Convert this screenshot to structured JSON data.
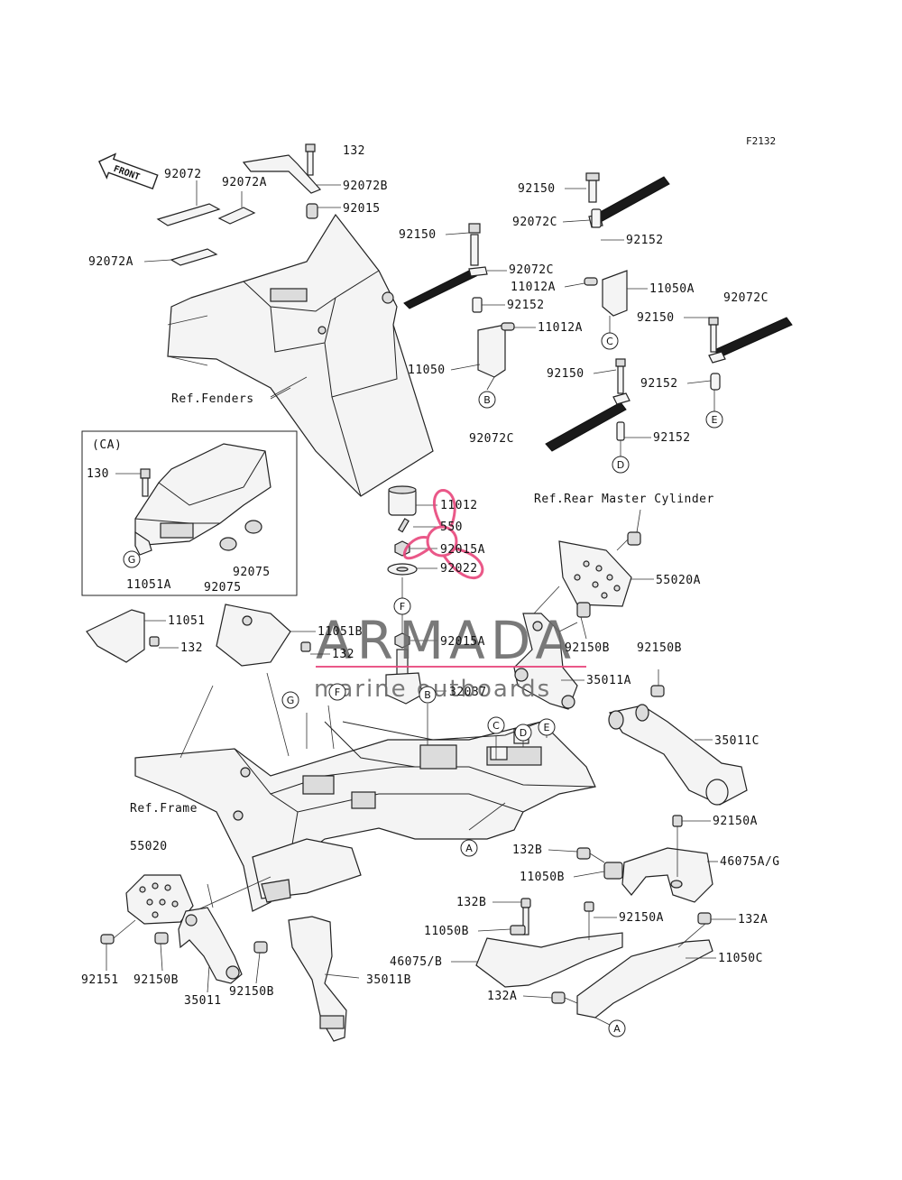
{
  "diagram_code": "F2132",
  "front_arrow": "FRONT",
  "watermark": {
    "brand": "ARMADA",
    "tagline": "marine outboards",
    "accent_color": "#e8467c",
    "text_color": "#6b6b6b"
  },
  "references": {
    "fenders": "Ref.Fenders",
    "rear_master_cylinder": "Ref.Rear Master Cylinder",
    "frame": "Ref.Frame"
  },
  "inset_label": "(CA)",
  "callouts": {
    "A": "A",
    "B": "B",
    "C": "C",
    "D": "D",
    "E": "E",
    "F": "F",
    "G": "G"
  },
  "parts": {
    "p132_top": "132",
    "p92072": "92072",
    "p92072A_1": "92072A",
    "p92072A_2": "92072A",
    "p92072B": "92072B",
    "p92015": "92015",
    "p92150_1": "92150",
    "p92072C_1": "92072C",
    "p92152_1": "92152",
    "p92150_2": "92150",
    "p92072C_2": "92072C",
    "p11012A_1": "11012A",
    "p11050A": "11050A",
    "p92152_2": "92152",
    "p92072C_3": "92072C",
    "p92150_3": "92150",
    "p11012A_2": "11012A",
    "p11050": "11050",
    "p92150_4": "92150",
    "p92152_3": "92152",
    "p92072C_4": "92072C",
    "p92152_4": "92152",
    "p130": "130",
    "p11051A": "11051A",
    "p92075_1": "92075",
    "p92075_2": "92075",
    "p11012": "11012",
    "p550": "550",
    "p92015A_1": "92015A",
    "p92022": "92022",
    "p55020A": "55020A",
    "p11051": "11051",
    "p132_a": "132",
    "p11051B": "11051B",
    "p132_b": "132",
    "p92015A_2": "92015A",
    "p92150B_1": "92150B",
    "p35011A": "35011A",
    "p32037": "32037",
    "p92150B_2": "92150B",
    "p35011C": "35011C",
    "p92150A_1": "92150A",
    "p55020": "55020",
    "p132B_1": "132B",
    "p46075AG": "46075A/G",
    "p11050B_1": "11050B",
    "p132B_2": "132B",
    "p92150A_2": "92150A",
    "p132A_1": "132A",
    "p11050B_2": "11050B",
    "p11050C": "11050C",
    "p46075B": "46075/B",
    "p92151": "92151",
    "p92150B_3": "92150B",
    "p35011B": "35011B",
    "p35011": "35011",
    "p92150B_4": "92150B",
    "p132A_2": "132A"
  }
}
